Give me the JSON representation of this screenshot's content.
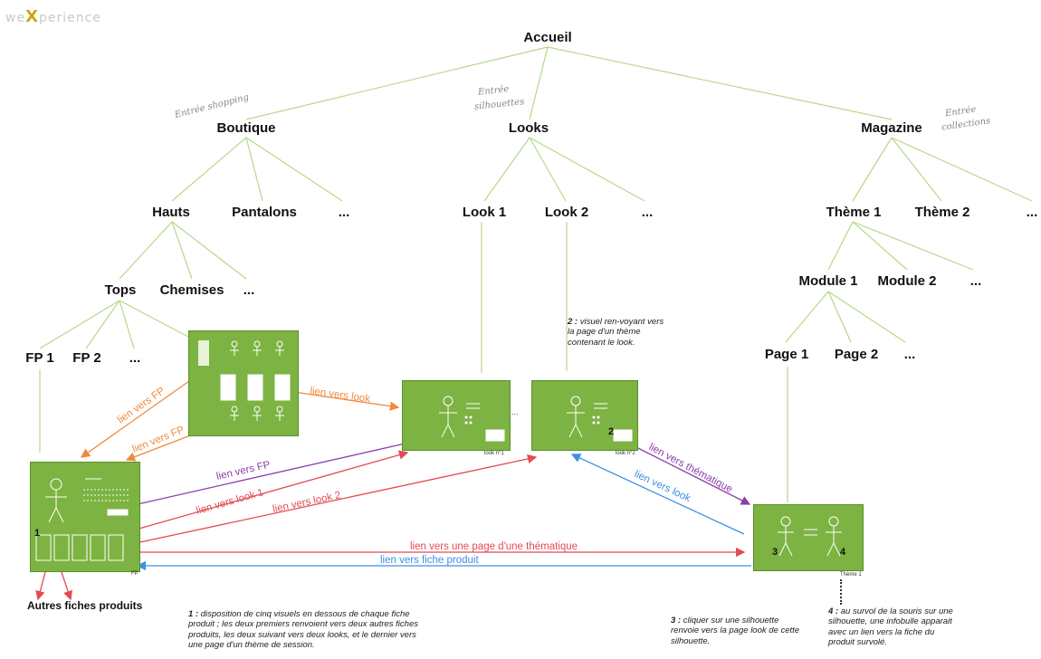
{
  "logo": {
    "prefix": "we",
    "x": "X",
    "suffix": "perience"
  },
  "tree": {
    "root": "Accueil",
    "level1": {
      "boutique": "Boutique",
      "looks": "Looks",
      "magazine": "Magazine"
    },
    "boutique_children": {
      "hauts": "Hauts",
      "pantalons": "Pantalons",
      "more": "..."
    },
    "hauts_children": {
      "tops": "Tops",
      "chemises": "Chemises",
      "more": "..."
    },
    "tops_children": {
      "fp1": "FP 1",
      "fp2": "FP 2",
      "more": "..."
    },
    "looks_children": {
      "look1": "Look 1",
      "look2": "Look 2",
      "more": "..."
    },
    "magazine_children": {
      "theme1": "Thème 1",
      "theme2": "Thème 2",
      "more": "..."
    },
    "theme1_children": {
      "module1": "Module 1",
      "module2": "Module 2",
      "more": "..."
    },
    "module1_children": {
      "page1": "Page 1",
      "page2": "Page 2",
      "more": "..."
    }
  },
  "annotations": {
    "entree_shopping": "Entrée shopping",
    "entree_silhouettes_1": "Entrée",
    "entree_silhouettes_2": "silhouettes",
    "entree_collections_1": "Entrée",
    "entree_collections_2": "collections"
  },
  "links": {
    "lien_fp_1": "lien vers FP",
    "lien_fp_2": "lien vers FP",
    "lien_look": "lien vers look",
    "lien_fp_purple": "lien vers FP",
    "lien_look1": "lien vers look 1",
    "lien_look2": "lien vers look 2",
    "lien_thematique": "lien vers thématique",
    "lien_look_blue": "lien vers look",
    "lien_page_thematique": "lien vers une page d'une thématique",
    "lien_fiche_produit": "lien vers fiche produit"
  },
  "screens": {
    "look1_caption": "look n°1",
    "look2_caption": "look n°2",
    "fp_caption": "FP",
    "theme_caption": "Thème 1",
    "marker_1": "1",
    "marker_2": "2",
    "marker_3": "3",
    "marker_4": "4"
  },
  "notes": {
    "note1_num": "1 :",
    "note1_text": "disposition de cinq visuels en dessous de chaque fiche produit ; les deux premiers renvoient vers deux autres fiches produits, les deux suivant vers deux looks, et le dernier vers une page d'un thème de session.",
    "note2_num": "2 :",
    "note2_text": "visuel ren-voyant vers la page d'un thème contenant le look.",
    "note3_num": "3 :",
    "note3_text": "cliquer sur une silhouette renvoie vers la page look de cette silhouette.",
    "note4_num": "4 :",
    "note4_text": "au survol de la souris sur une silhouette, une infobulle apparait avec un lien vers la fiche du produit survolé."
  },
  "autres_fiches": "Autres fiches produits",
  "ellipsis_between": "..."
}
